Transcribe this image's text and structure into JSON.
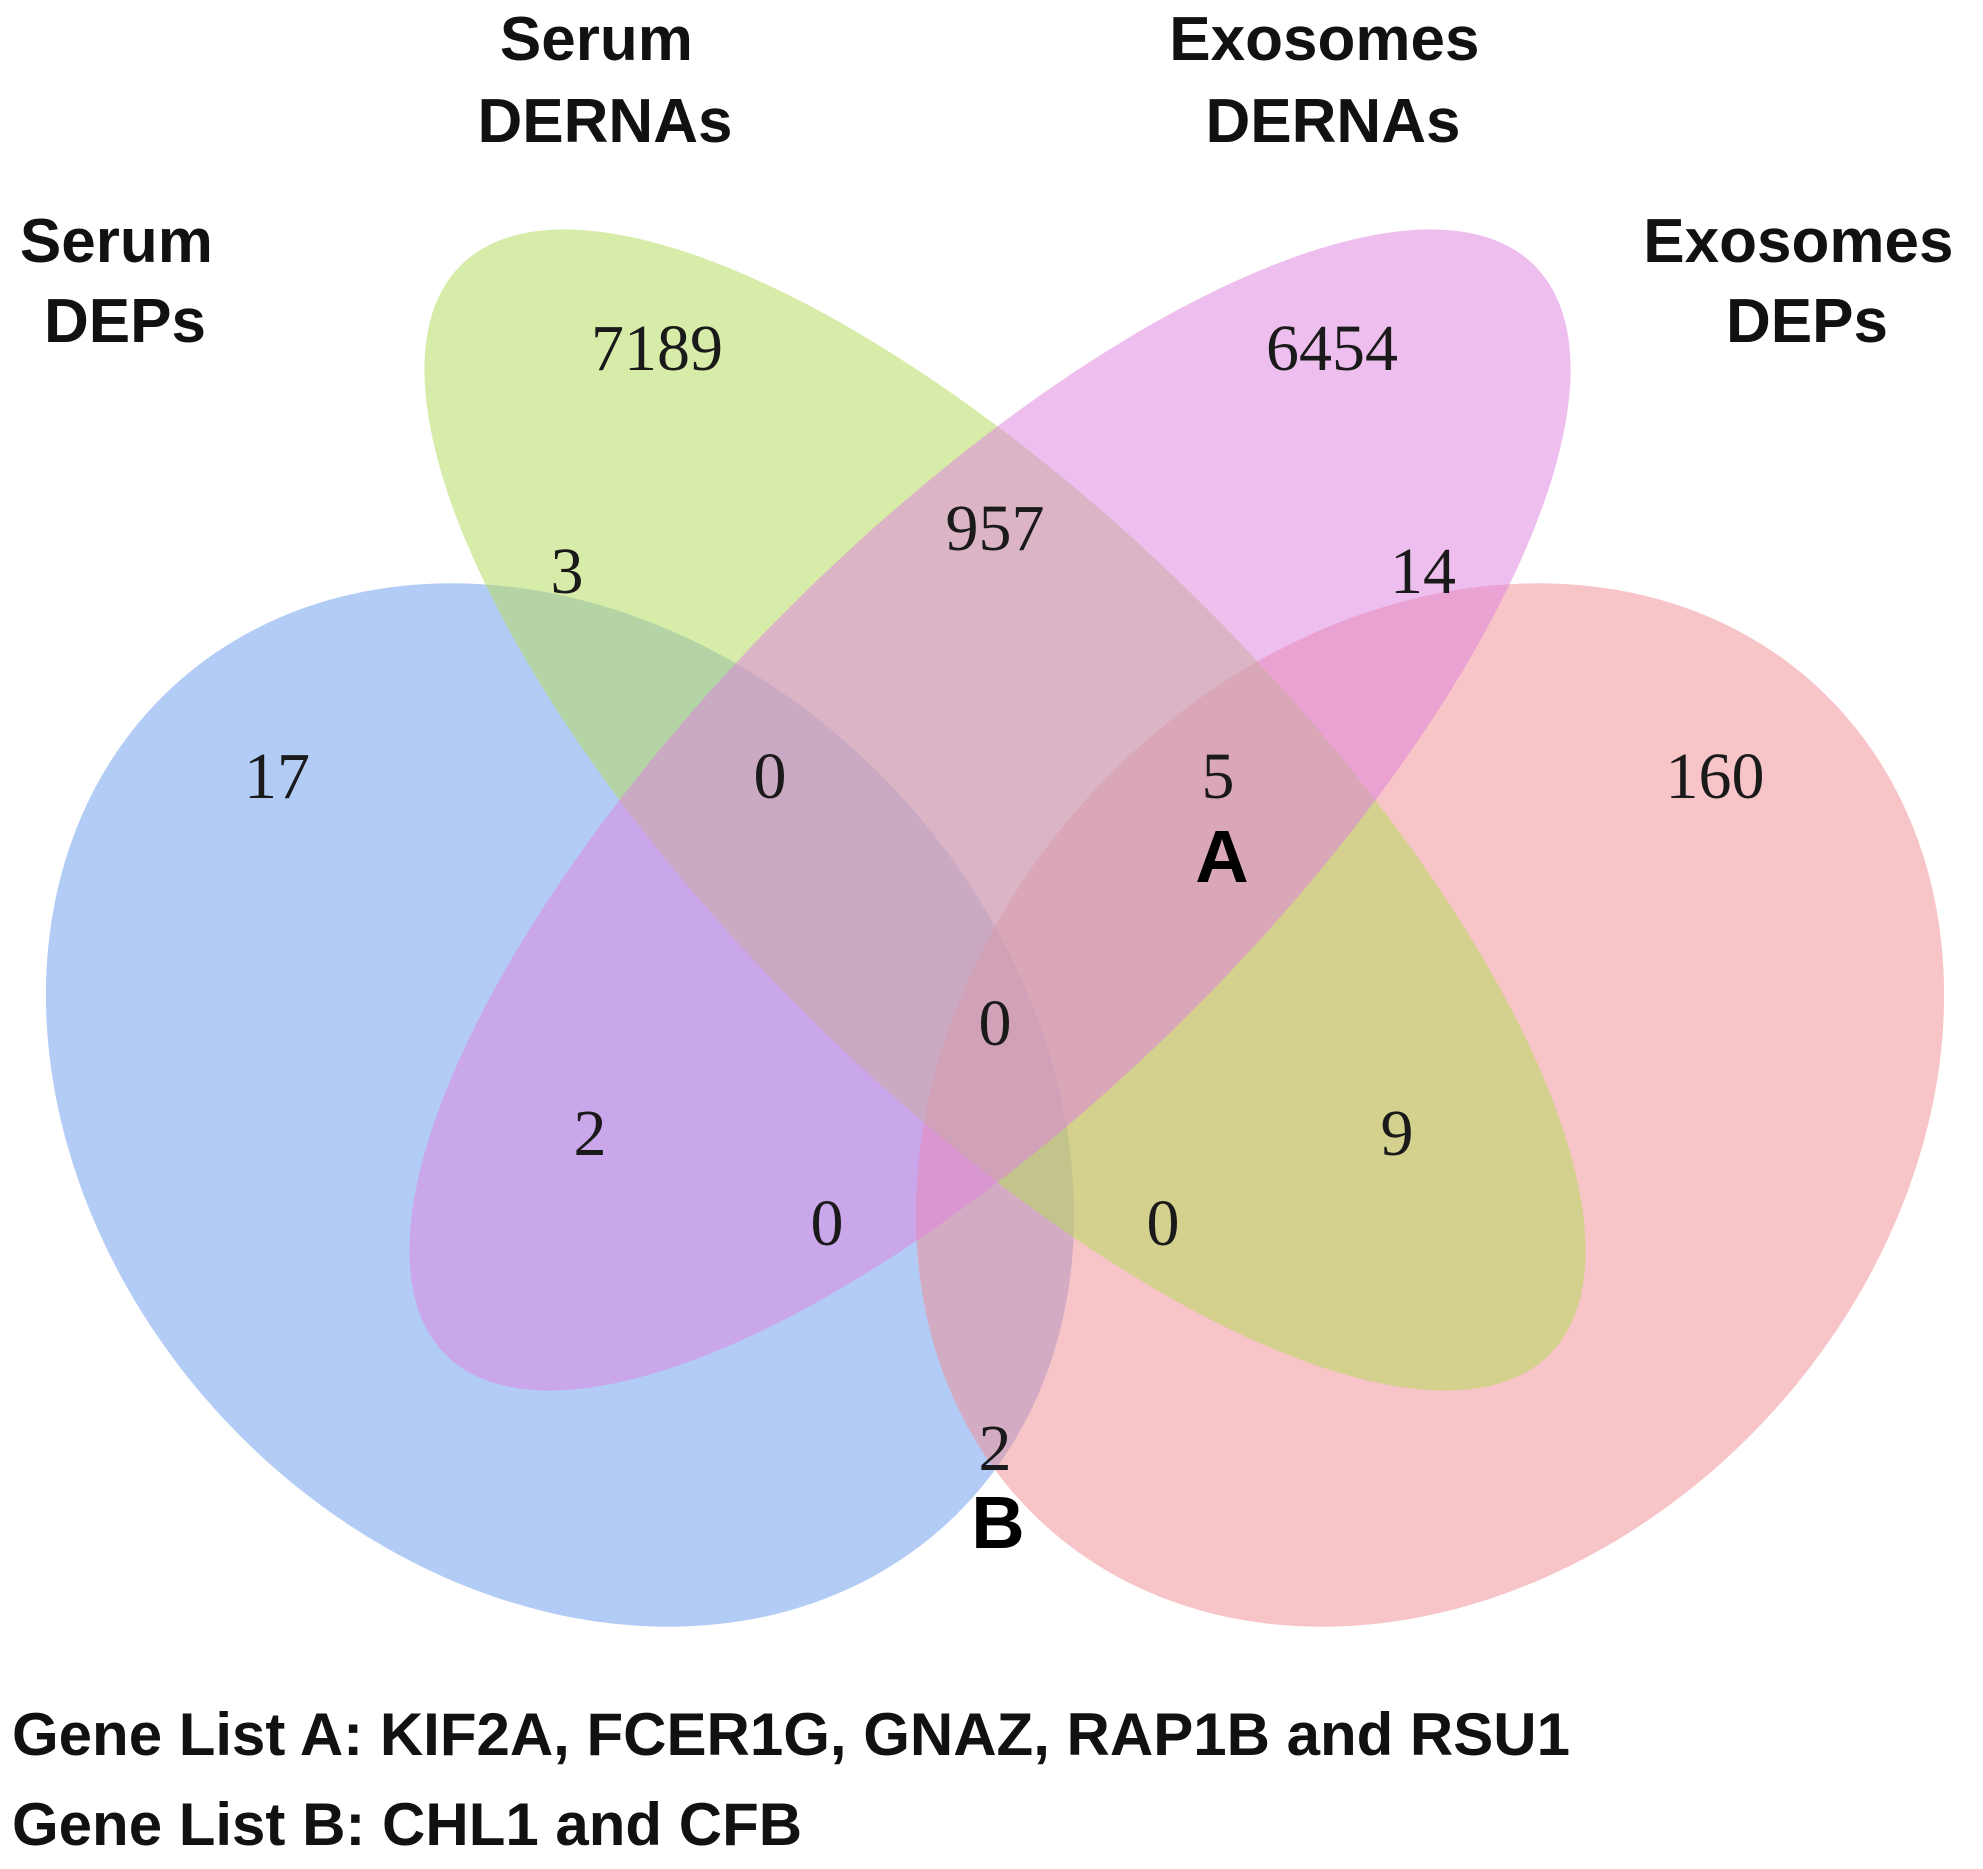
{
  "sets": [
    {
      "key": "serum_deps",
      "label_lines": [
        "Serum",
        "DEPs"
      ],
      "color": "#6d9eed"
    },
    {
      "key": "serum_dernas",
      "label_lines": [
        "Serum",
        "DERNAs"
      ],
      "color": "#b5db5a"
    },
    {
      "key": "exosomes_dernas",
      "label_lines": [
        "Exosomes",
        "DERNAs"
      ],
      "color": "#de82de"
    },
    {
      "key": "exosomes_deps",
      "label_lines": [
        "Exosomes",
        "DEPs"
      ],
      "color": "#f08e93"
    }
  ],
  "regions": [
    {
      "sets": [
        "serum_deps"
      ],
      "count": "17"
    },
    {
      "sets": [
        "serum_dernas"
      ],
      "count": "7189"
    },
    {
      "sets": [
        "exosomes_dernas"
      ],
      "count": "6454"
    },
    {
      "sets": [
        "exosomes_deps"
      ],
      "count": "160"
    },
    {
      "sets": [
        "serum_deps",
        "serum_dernas"
      ],
      "count": "3"
    },
    {
      "sets": [
        "serum_dernas",
        "exosomes_dernas"
      ],
      "count": "957"
    },
    {
      "sets": [
        "exosomes_dernas",
        "exosomes_deps"
      ],
      "count": "14"
    },
    {
      "sets": [
        "serum_deps",
        "serum_dernas",
        "exosomes_dernas"
      ],
      "count": "0"
    },
    {
      "sets": [
        "serum_dernas",
        "exosomes_dernas",
        "exosomes_deps"
      ],
      "count": "5"
    },
    {
      "sets": [
        "serum_deps",
        "serum_dernas",
        "exosomes_dernas",
        "exosomes_deps"
      ],
      "count": "0"
    },
    {
      "sets": [
        "serum_deps",
        "exosomes_dernas"
      ],
      "count": "2"
    },
    {
      "sets": [
        "serum_dernas",
        "exosomes_deps"
      ],
      "count": "9"
    },
    {
      "sets": [
        "serum_deps",
        "exosomes_dernas",
        "exosomes_deps"
      ],
      "count": "0"
    },
    {
      "sets": [
        "serum_deps",
        "serum_dernas",
        "exosomes_deps"
      ],
      "count": "0"
    },
    {
      "sets": [
        "serum_deps",
        "exosomes_deps"
      ],
      "count": "2"
    }
  ],
  "markers": {
    "a": "A",
    "b": "B"
  },
  "gene_lists": {
    "a": "Gene List A: KIF2A, FCER1G, GNAZ, RAP1B and RSU1",
    "b": "Gene List B: CHL1 and CFB"
  }
}
